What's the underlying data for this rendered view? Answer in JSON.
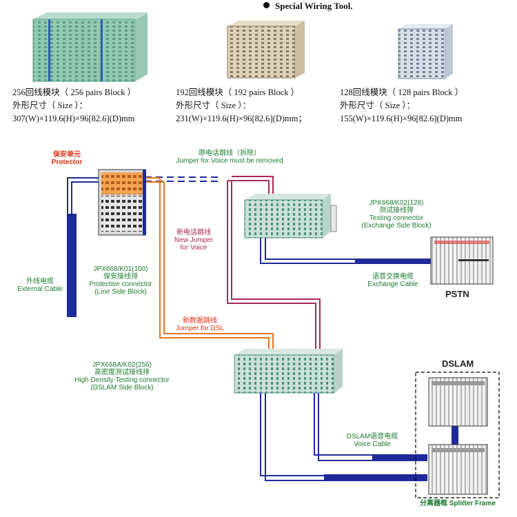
{
  "title": "Special Wiring Tool.",
  "blocks": [
    {
      "name": "256回线模块（ 256 pairs Block ）",
      "size_label": "外形尺寸（ Size ）：",
      "dims": "307(W)×119.6(H)×96[82.6](D)mm"
    },
    {
      "name": "192回线模块（ 192 pairs Block ）",
      "size_label": "外形尺寸（ Size ）：",
      "dims": "231(W)×119.6(H)×96[82.6](D)mm；"
    },
    {
      "name": "128回线模块（ 128 pairs Block ）",
      "size_label": "外形尺寸（ Size ）：",
      "dims": "155(W)×119.6(H)×96[82.6](D)mm"
    }
  ],
  "labels": {
    "protector_cn": "保安单元",
    "protector_en": "Protector",
    "jumper_voice_cn": "原电话跳线（拆除）",
    "jumper_voice_en": "Jumper for Voice must be removed",
    "exchange_block_model": "JPX668/K02(128)",
    "exchange_block_cn": "测试接线排",
    "exchange_block_en1": "Testing connector",
    "exchange_block_en2": "(Exchange Side Block)",
    "new_jumper_cn": "新电话跳线",
    "new_jumper_en1": "New Jumper",
    "new_jumper_en2": "for Voice",
    "line_block_model": "JPX668/K01(100)",
    "line_block_cn": "保安接线排",
    "line_block_en1": "Protective connector",
    "line_block_en2": "(Line Side Block)",
    "external_cable_cn": "外线电缆",
    "external_cable_en": "External Cable",
    "exchange_cable_cn": "语音交换电缆",
    "exchange_cable_en": "Exchange Cable",
    "pstn": "PSTN",
    "dsl_jumper_cn": "新数据跳线",
    "dsl_jumper_en": "Jumper for DSL",
    "dslam_block_model": "JPX668A/K02(256)",
    "dslam_block_cn": "高密度测试接线排",
    "dslam_block_en1": "High Density Testing connector",
    "dslam_block_en2": "(DSLAM Side Block)",
    "dslam": "DSLAM",
    "voice_cable_cn": "DSLAM语音电缆",
    "voice_cable_en": "Voice Cable",
    "splitter_frame": "分离器框  Splitter Frame"
  },
  "colors": {
    "cable_blue": "#1e2a9a",
    "jumper_orange": "#e8741c",
    "jumper_pink": "#a8285a",
    "label_green": "#1a7a2e",
    "label_red": "#e03010",
    "block_green": "#8fc9b0",
    "block_beige": "#d9ccb0",
    "block_grey": "#cfd6e0"
  }
}
